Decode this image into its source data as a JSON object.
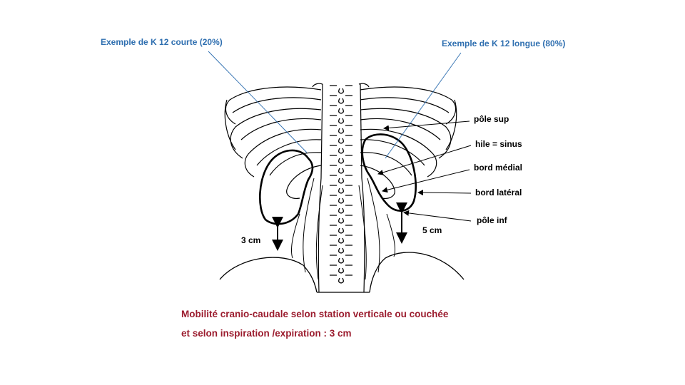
{
  "colors": {
    "callout_blue": "#2f6fb0",
    "caption_red": "#9b1c2e",
    "line": "#000000"
  },
  "callouts": {
    "short_k12": "Exemple de K 12 courte (20%)",
    "long_k12": "Exemple de K 12 longue (80%)"
  },
  "labels": {
    "pole_sup": "pôle sup",
    "hile": "hile = sinus",
    "bord_medial": "bord médial",
    "bord_lateral": "bord latéral",
    "pole_inf": "pôle inf",
    "left_mobility": "3 cm",
    "right_mobility": "5 cm"
  },
  "caption": {
    "line1": "Mobilité cranio-caudale selon station verticale ou couchée",
    "line2": "et selon inspiration /expiration : 3 cm"
  }
}
